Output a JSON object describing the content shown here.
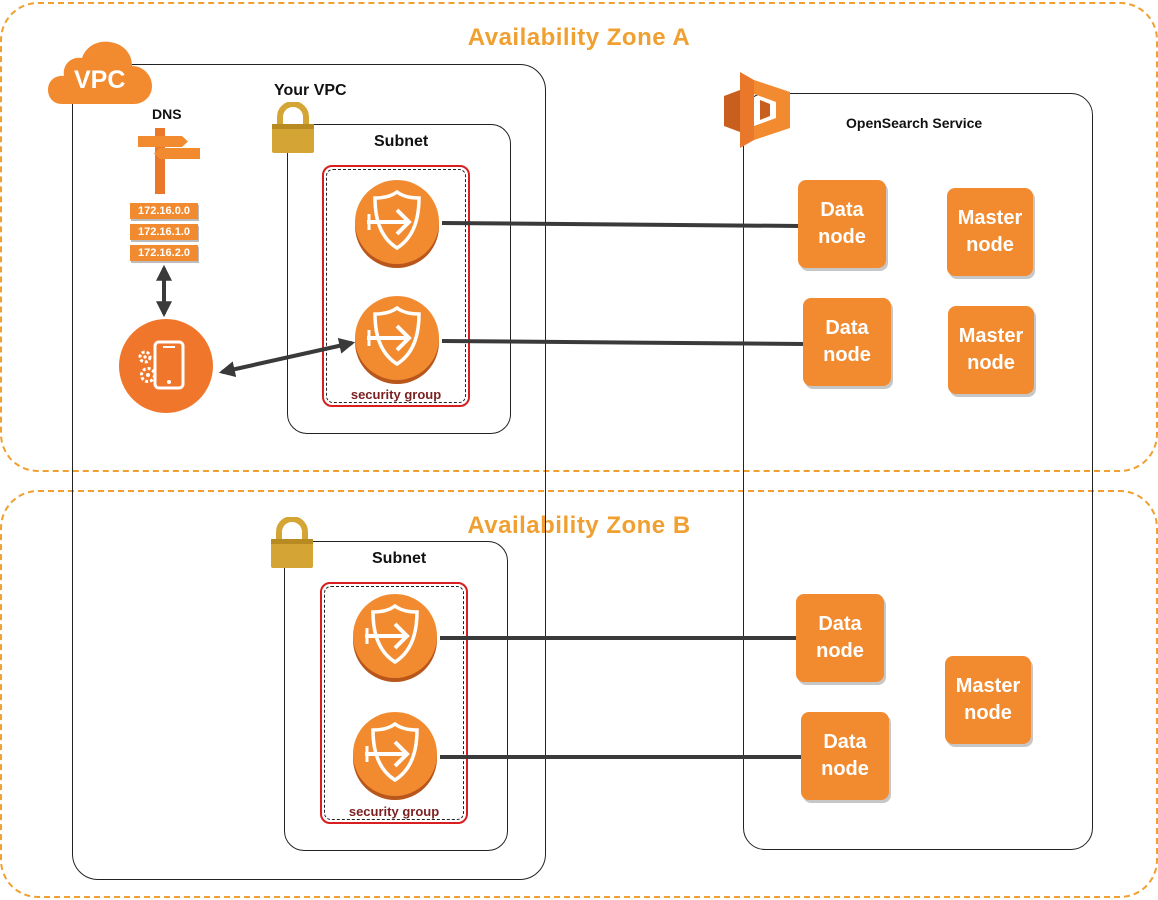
{
  "zones": {
    "a": {
      "title": "Availability Zone A"
    },
    "b": {
      "title": "Availability Zone B"
    }
  },
  "vpc": {
    "badge": "VPC",
    "title": "Your VPC"
  },
  "dns": {
    "title": "DNS",
    "records": [
      "172.16.0.0",
      "172.16.1.0",
      "172.16.2.0"
    ]
  },
  "subnets": [
    {
      "label": "Subnet",
      "security_group": "security group"
    },
    {
      "label": "Subnet",
      "security_group": "security group"
    }
  ],
  "opensearch": {
    "title": "OpenSearch Service",
    "zone_a": {
      "data_nodes": [
        {
          "line1": "Data",
          "line2": "node"
        },
        {
          "line1": "Data",
          "line2": "node"
        }
      ],
      "master_nodes": [
        {
          "line1": "Master",
          "line2": "node"
        },
        {
          "line1": "Master",
          "line2": "node"
        }
      ]
    },
    "zone_b": {
      "data_nodes": [
        {
          "line1": "Data",
          "line2": "node"
        },
        {
          "line1": "Data",
          "line2": "node"
        }
      ],
      "master_nodes": [
        {
          "line1": "Master",
          "line2": "node"
        }
      ]
    }
  },
  "colors": {
    "zone_border": "#F0A030",
    "aws_orange": "#F28B30",
    "security_group_border": "#D81E1E",
    "security_group_text": "#7B1F1F",
    "connector": "#333333"
  },
  "icons": {
    "vpc": "cloud-icon",
    "lock": "padlock-icon",
    "dns": "route53-signpost-icon",
    "endpoint": "vpc-endpoint-shield-icon",
    "client": "mobile-app-gear-icon",
    "service": "opensearch-service-icon"
  }
}
